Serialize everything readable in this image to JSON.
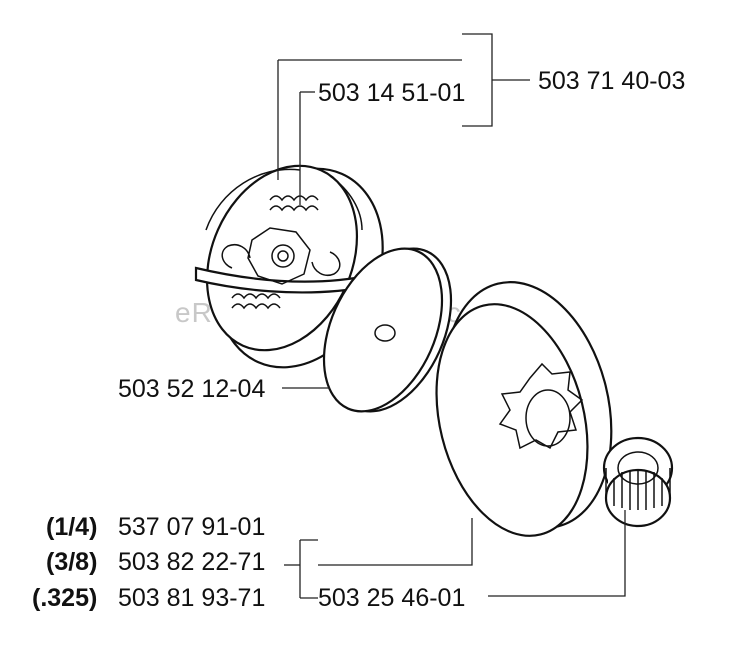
{
  "watermark": "eReplacementParts.com",
  "parts": {
    "clutch_assembly": "503 71 40-03",
    "clutch_spring": "503 14 51-01",
    "washer": "503 52 12-04",
    "needle_bearing": "503 25 46-01",
    "drum_1_4": {
      "pitch": "(1/4)",
      "number": "537 07 91-01"
    },
    "drum_3_8": {
      "pitch": "(3/8)",
      "number": "503 82 22-71"
    },
    "drum_325": {
      "pitch": "(.325)",
      "number": "503 81 93-71"
    }
  }
}
